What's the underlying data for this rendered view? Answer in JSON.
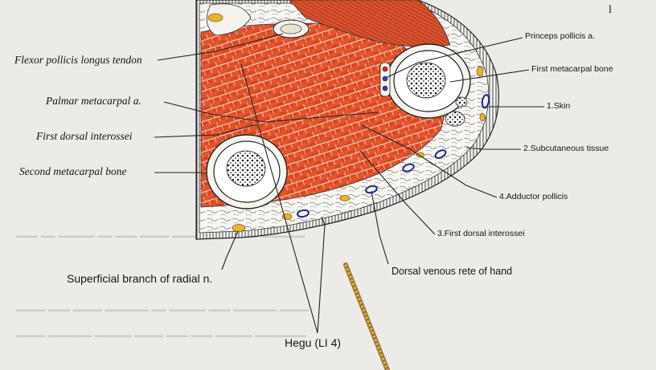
{
  "corner_mark": "l",
  "labels": {
    "flexor_pollicis_longus_tendon": "Flexor pollicis longus tendon",
    "palmar_metacarpal_a": "Palmar metacarpal a.",
    "first_dorsal_interossei_left": "First dorsal interossei",
    "second_metacarpal_bone": "Second metacarpal bone",
    "superficial_branch_radial_n": "Superficial branch of radial n.",
    "princeps_pollicis_a": "Princeps pollicis a.",
    "first_metacarpal_bone": "First metacarpal bone",
    "skin": "1.Skin",
    "subcutaneous_tissue": "2.Subcutaneous tissue",
    "adductor_pollicis": "4.Adductor pollicis",
    "first_dorsal_interossei_right": "3.First dorsal interossei",
    "dorsal_venous_rete": "Dorsal venous rete of hand",
    "hegu": "Hegu (LI 4)"
  },
  "colors": {
    "muscle": "#e2542c",
    "muscle_dark": "#c8401f",
    "bone_ring": "#ffffff",
    "vein": "#1f2a8a",
    "fat": "#e8b52a",
    "needle": "#c9a14a",
    "line": "#222222"
  }
}
